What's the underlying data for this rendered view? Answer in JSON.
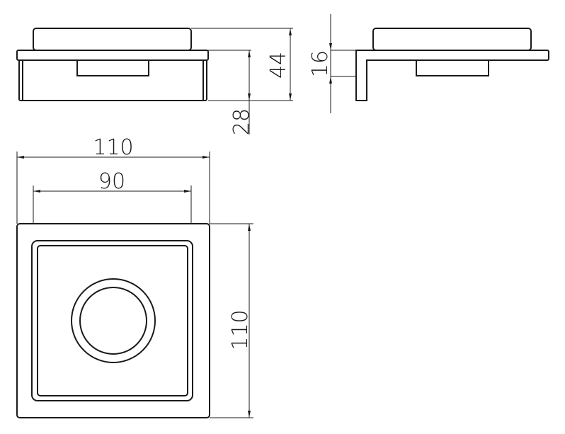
{
  "dimensions": {
    "height_total": "44",
    "height_base": "28",
    "plate_thickness": "16",
    "width_outer": "110",
    "width_inner": "90",
    "depth_outer": "110"
  },
  "units": "mm"
}
